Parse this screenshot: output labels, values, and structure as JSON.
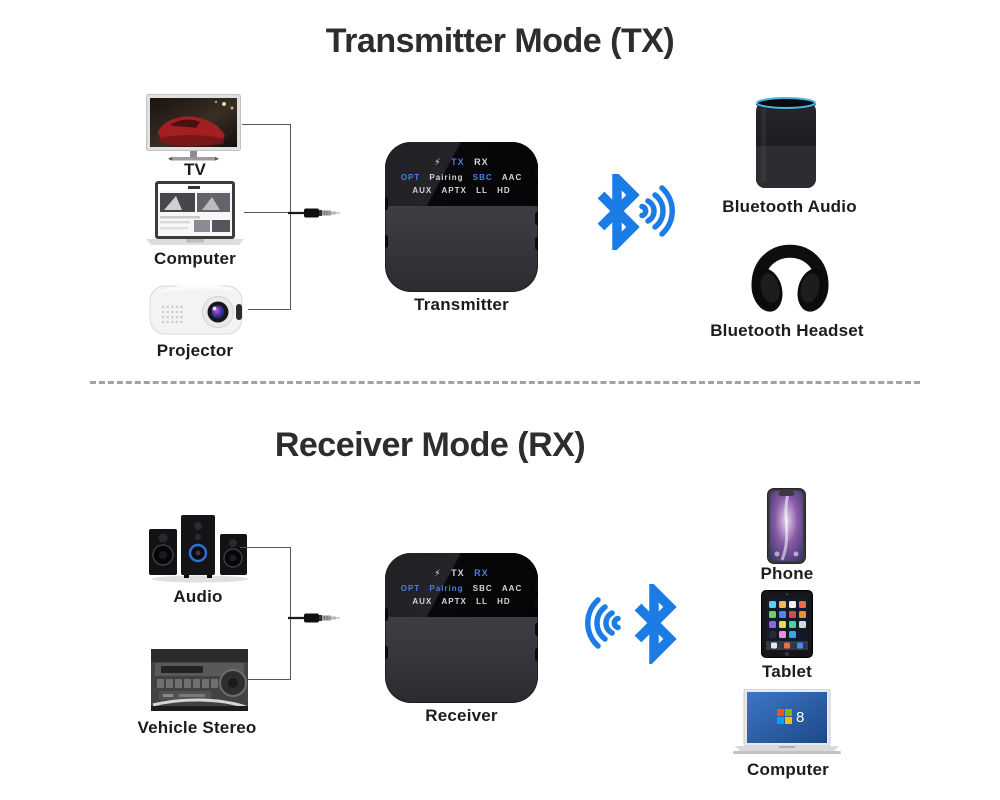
{
  "tx": {
    "title": "Transmitter Mode (TX)",
    "sources": {
      "tv": "TV",
      "computer": "Computer",
      "projector": "Projector"
    },
    "device_label": "Transmitter",
    "display": {
      "bolt": "⚡",
      "tx": "TX",
      "rx": "RX",
      "opt": "OPT",
      "pairing": "Pairing",
      "sbc": "SBC",
      "aac": "AAC",
      "aux": "AUX",
      "aptx": "APTX",
      "ll": "LL",
      "hd": "HD",
      "active_mode": "TX"
    },
    "targets": {
      "audio": "Bluetooth Audio",
      "headset": "Bluetooth Headset"
    }
  },
  "rx": {
    "title": "Receiver Mode (RX)",
    "sources": {
      "audio": "Audio",
      "vehicle": "Vehicle Stereo"
    },
    "device_label": "Receiver",
    "display": {
      "bolt": "⚡",
      "tx": "TX",
      "rx": "RX",
      "opt": "OPT",
      "pairing": "Pairing",
      "sbc": "SBC",
      "aac": "AAC",
      "aux": "AUX",
      "aptx": "APTX",
      "ll": "LL",
      "hd": "HD",
      "active_mode": "RX"
    },
    "targets": {
      "phone": "Phone",
      "tablet": "Tablet",
      "computer": "Computer",
      "computer_screen_text": "8"
    }
  },
  "colors": {
    "bluetooth": "#1b7ce6",
    "display_active": "#4a7de8",
    "display_idle": "#d6d6d6",
    "title_text": "#2d2d2d"
  }
}
